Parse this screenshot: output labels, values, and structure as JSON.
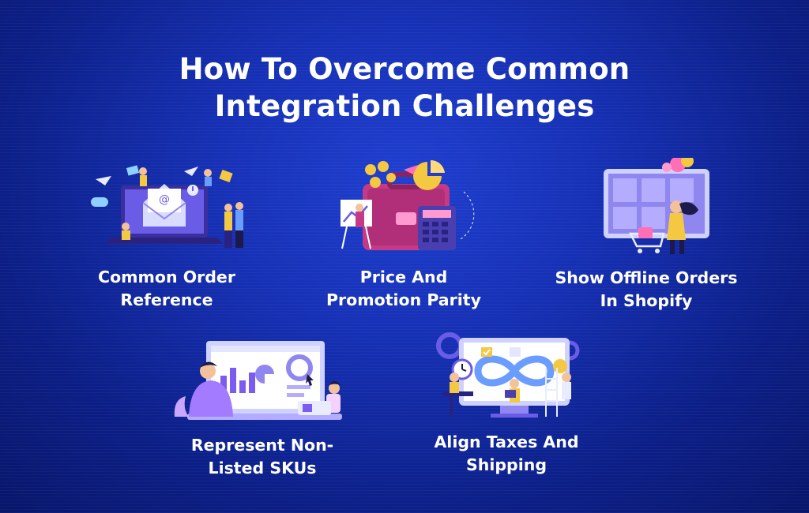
{
  "title": {
    "line1": "How To Overcome Common",
    "line2": "Integration Challenges"
  },
  "cards": [
    {
      "icon": "email-laptop-illustration",
      "label_line1": "Common Order",
      "label_line2": "Reference"
    },
    {
      "icon": "price-calculator-illustration",
      "label_line1": "Price And",
      "label_line2": "Promotion Parity"
    },
    {
      "icon": "shopping-monitor-illustration",
      "label_line1": "Show Offline Orders",
      "label_line2": "In Shopify"
    },
    {
      "icon": "analytics-laptop-illustration",
      "label_line1": "Represent Non-",
      "label_line2": "Listed SKUs"
    },
    {
      "icon": "workflow-monitor-illustration",
      "label_line1": "Align Taxes And",
      "label_line2": "Shipping"
    }
  ],
  "colors": {
    "background": "#1630b4",
    "accent_purple": "#7b5cf0",
    "accent_yellow": "#f5c842"
  }
}
